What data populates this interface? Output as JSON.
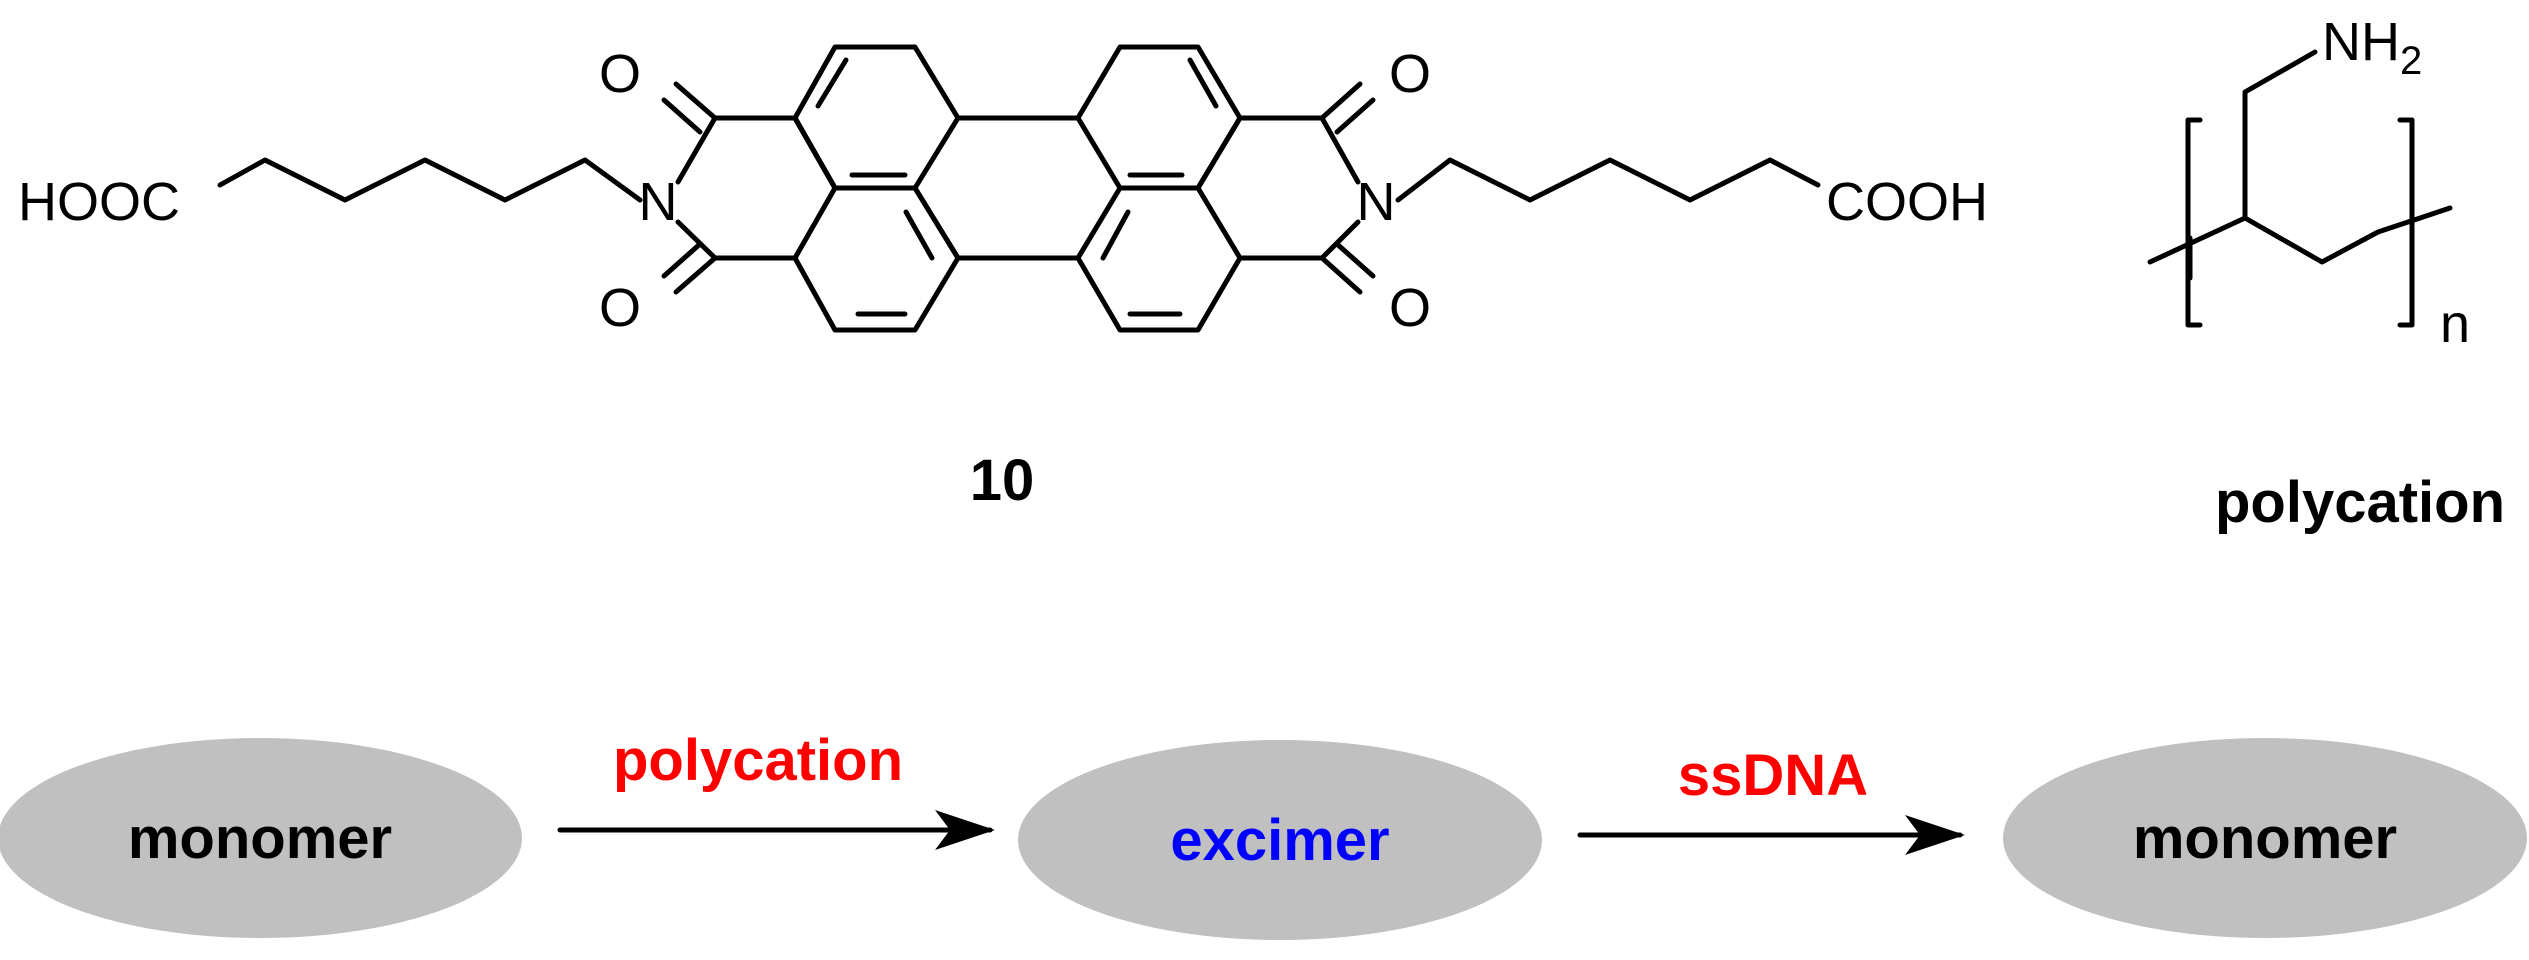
{
  "molecule": {
    "compound_number": "10",
    "left_group": "HOOC",
    "right_group": "COOH",
    "imide_n_left": "N",
    "imide_n_right": "N",
    "oxygen": "O"
  },
  "polymer": {
    "amine": "NH",
    "amine_sub": "2",
    "repeat_sub": "n",
    "label": "polycation"
  },
  "scheme": {
    "nodes": [
      {
        "label": "monomer",
        "text_color": "#000000",
        "fill": "#c0c0c0"
      },
      {
        "label": "excimer",
        "text_color": "#0000ff",
        "fill": "#c0c0c0"
      },
      {
        "label": "monomer",
        "text_color": "#000000",
        "fill": "#c0c0c0"
      }
    ],
    "arrows": [
      {
        "label": "polycation",
        "color": "#ff0000"
      },
      {
        "label": "ssDNA",
        "color": "#ff0000"
      }
    ]
  }
}
